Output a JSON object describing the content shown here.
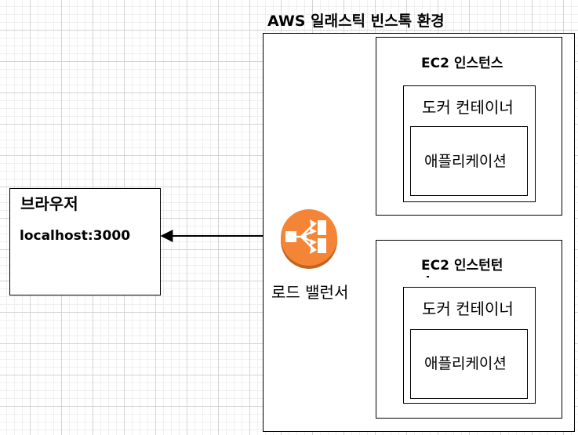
{
  "environment": {
    "title": "AWS 일래스틱 빈스톡 환경"
  },
  "instances": [
    {
      "label": "EC2 인스턴스",
      "container": {
        "label": "도커 컨테이너",
        "app": "애플리케이션"
      }
    },
    {
      "label": "EC2 인스턴턴",
      "container": {
        "label": "도커 컨테이너",
        "app": "애플리케이션"
      }
    }
  ],
  "browser": {
    "title": "브라우저",
    "url": "localhost:3000"
  },
  "load_balancer": {
    "label": "로드 밸런서",
    "icon": "load-balancer-icon",
    "color": "#F58536"
  }
}
